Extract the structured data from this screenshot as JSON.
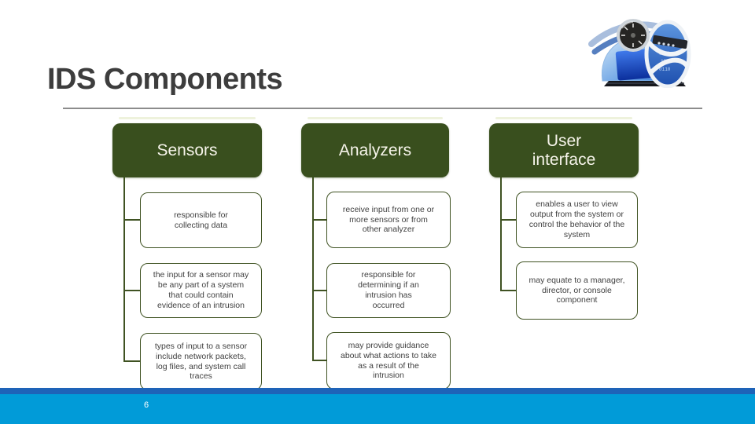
{
  "slide": {
    "title": "IDS Components",
    "page_number": "6"
  },
  "columns": [
    {
      "header": "Sensors",
      "items": [
        "responsible for\ncollecting data",
        "the input for a sensor may\nbe any part of a system\nthat could contain\nevidence of an intrusion",
        "types of input to a sensor\ninclude network packets,\nlog files, and system call\ntraces"
      ]
    },
    {
      "header": "Analyzers",
      "items": [
        "receive input from one or\nmore sensors or from\nother analyzer",
        "responsible for\ndetermining if an\nintrusion has\noccurred",
        "may provide guidance\nabout what actions to take\nas a result of the\nintrusion"
      ]
    },
    {
      "header": "User\ninterface",
      "items": [
        "enables a user to view\noutput from the system or\ncontrol the behavior of the\nsystem",
        "may equate to a manager,\ndirector, or console\ncomponent"
      ]
    }
  ],
  "colors": {
    "header_green": "#394f1e",
    "outline_green": "#3f5222",
    "title_gray": "#3d3d3d",
    "divider_gray": "#8c8c8c",
    "footer_dark_blue": "#1e63b8",
    "footer_light_blue": "#019bd8"
  },
  "icons": {
    "clipart": "network-security-laptop-shield-lock-clipart"
  }
}
